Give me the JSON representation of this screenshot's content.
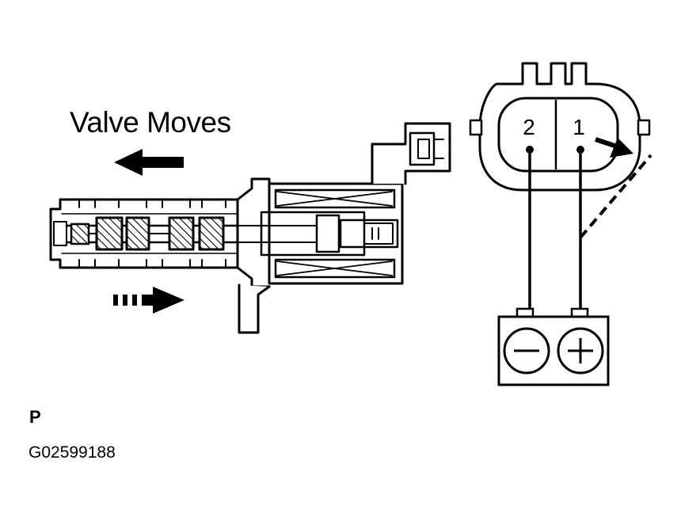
{
  "diagram": {
    "title": "Valve Moves",
    "connector": {
      "pin_left": "2",
      "pin_right": "1"
    },
    "battery": {
      "negative_symbol": "−",
      "positive_symbol": "+"
    },
    "figure_marker": "P",
    "figure_code": "G02599188"
  },
  "colors": {
    "ink": "#000000",
    "paper": "#ffffff"
  }
}
